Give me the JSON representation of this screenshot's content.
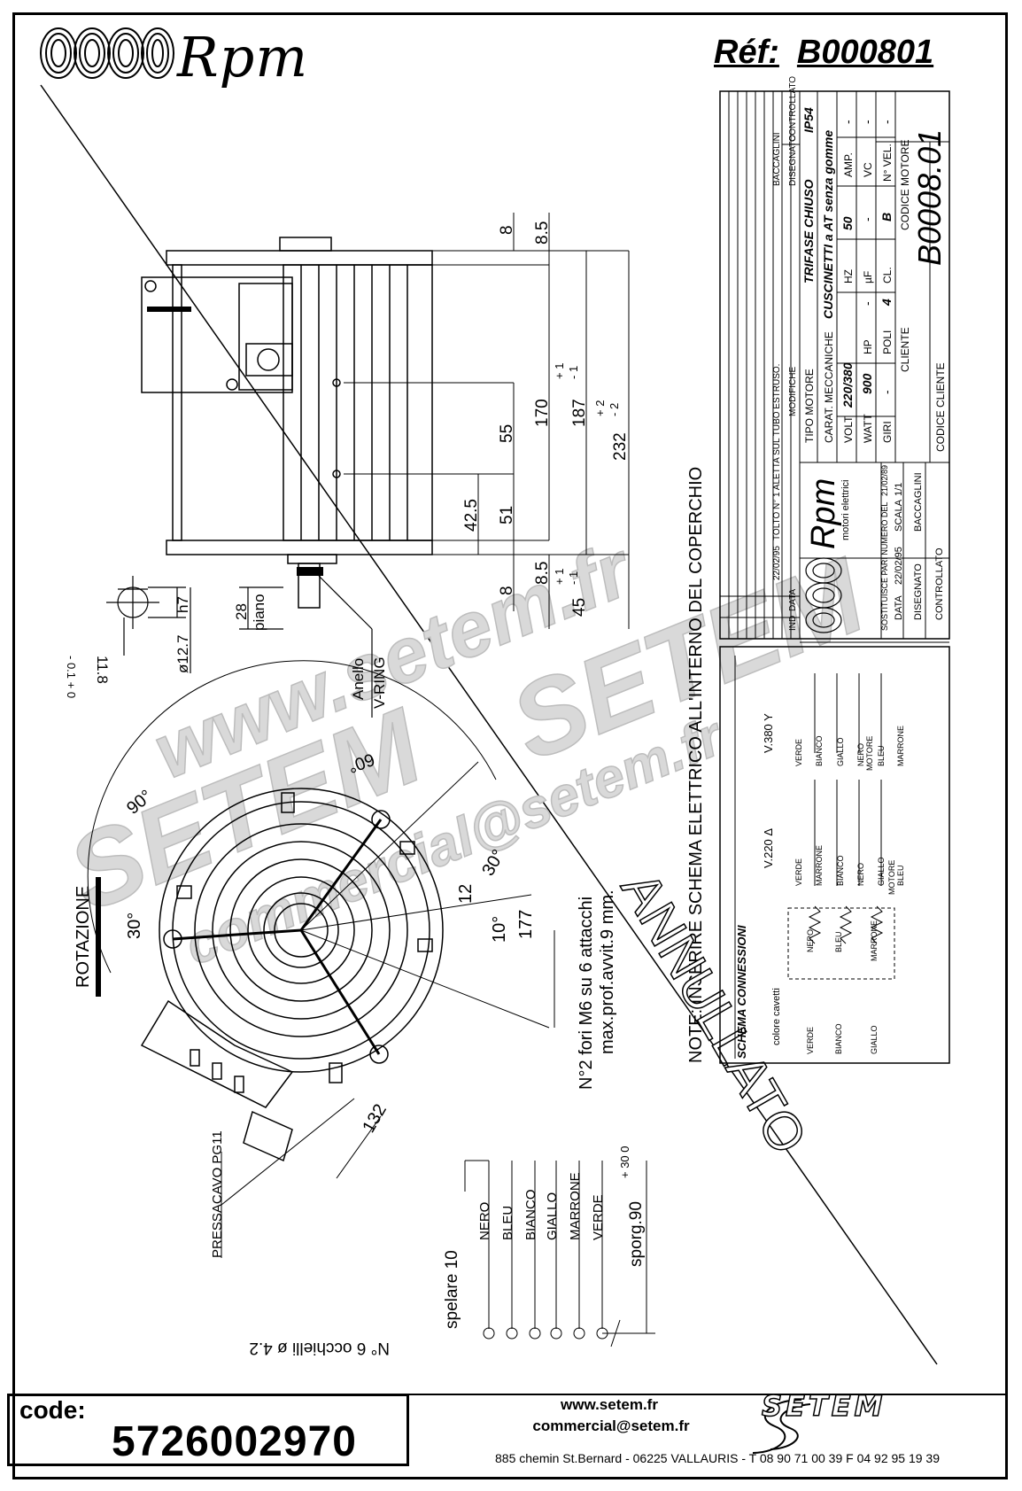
{
  "header": {
    "brand": "Rpm",
    "ref_label": "Réf:",
    "ref_value": "B000801"
  },
  "title_block": {
    "revisions": [
      {
        "ind": "",
        "date": "22/02/95",
        "text": "TOLTO N° 1 ALETTA SUL TUBO ESTRUSO."
      },
      {
        "ind": "IND",
        "date": "DATA",
        "text": "MODIFICHE"
      }
    ],
    "signatures": [
      "BACCAGLINI",
      "DISEGNATO",
      "CONTROLLATO"
    ],
    "tipo_motore_label": "TIPO MOTORE",
    "tipo_motore_value": "TRIFASE CHIUSO",
    "ip": "IP54",
    "carat_label": "CARAT. MECCANICHE",
    "carat_value": "CUSCINETTI a AT senza gomme",
    "volt_label": "VOLT",
    "volt_value": "220/380",
    "hz_label": "HZ",
    "hz_value": "50",
    "amp_label": "AMP.",
    "amp_value": "-",
    "watt_label": "WATT",
    "watt_value": "900",
    "hp_label": "HP",
    "hp_value": "-",
    "uf_label": "µF",
    "uf_value": "-",
    "vc_label": "VC",
    "vc_value": "-",
    "giri_label": "GIRI",
    "giri_value": "-",
    "poli_label": "POLI",
    "poli_value": "4",
    "cl_label": "CL.",
    "cl_value": "B",
    "nvel_label": "N° VEL.",
    "nvel_value": "-",
    "cliente_label": "CLIENTE",
    "codice_motore_label": "CODICE MOTORE",
    "codice_motore_value": "B0008.01",
    "codice_cliente_label": "CODICE CLIENTE",
    "logo_text": "Rpm",
    "logo_sub": "motori elettrici",
    "sostituisce": "SOSTITUISCE PARI NUMERO DEL",
    "sostituisce_date": "21/02/89",
    "data_label": "DATA",
    "data_value": "22/02/95",
    "scala_label": "SCALA",
    "scala_value": "1/1",
    "disegnato_label": "DISEGNATO",
    "disegnato_value": "BACCAGLINI",
    "controllato_label": "CONTROLLATO"
  },
  "dimensions": {
    "d8_top": "8",
    "d85_top": "8.5",
    "d55": "55",
    "d170": "170",
    "d187": "187",
    "d187_tol_plus": "+ 1",
    "d187_tol_minus": "- 1",
    "d232": "232",
    "d232_tol_plus": "+ 2",
    "d232_tol_minus": "- 2",
    "d425": "42.5",
    "d51": "51",
    "d8_bot": "8",
    "d85_bot": "8.5",
    "d45": "45",
    "d45_tol_plus": "+ 1",
    "d45_tol_minus": "- 1",
    "d28": "28",
    "piano": "piano",
    "h7": "h7",
    "d127": "ø12.7",
    "d118": "11.8",
    "d118_tol": "- 0.1 + 0",
    "anello": "Anello",
    "vring": "V-RING",
    "a90": "90°",
    "a60": "60°",
    "a30a": "30°",
    "a30b": "30°",
    "d12": "12",
    "a10": "10°",
    "d177": "177",
    "d132": "132",
    "rotazione": "ROTAZIONE",
    "fori": "N°2 fori M6 su 6 attacchi",
    "max_prof": "max.prof.avvit.9 mm.",
    "pressacavo": "PRESSACAVO PG11",
    "spelare": "spelare 10",
    "sporg": "sporg.90",
    "sporg_tol": "+ 30 0",
    "occhielli": "N° 6 occhielli ø 4.2",
    "note": "NOTE: INSERIRE SCHEMA ELETTRICO ALL'INTERNO DEL COPERCHIO",
    "annullato": "ANNULLATO"
  },
  "wires": [
    "NERO",
    "BLEU",
    "BIANCO",
    "GIALLO",
    "MARRONE",
    "VERDE"
  ],
  "schema": {
    "title": "SCHEMA CONNESSIONI",
    "colore": "colore cavetti",
    "v380": "V.380 Y",
    "v220": "V.220 Δ",
    "motore": "MOTORE",
    "coil_top": [
      "NERO",
      "BLEU",
      "MARRONE"
    ],
    "coil_bottom": [
      "VERDE",
      "BIANCO",
      "GIALLO"
    ],
    "y_wires": [
      "VERDE",
      "BIANCO",
      "GIALLO",
      "NERO",
      "BLEU",
      "MARRONE"
    ],
    "d_wires": [
      "VERDE",
      "MARRONE",
      "BIANCO",
      "NERO",
      "GIALLO",
      "BLEU"
    ]
  },
  "watermarks": [
    "www.setem.fr",
    "SETEM",
    "SETEM",
    "commercial@setem.fr"
  ],
  "footer": {
    "code_label": "code:",
    "code_value": "5726002970",
    "web": "www.setem.fr",
    "email": "commercial@setem.fr",
    "address": "885 chemin St.Bernard  -  06225 VALLAURIS  -  T 08 90 71 00 39   F 04 92 95 19 39",
    "logo": "SETEM"
  }
}
